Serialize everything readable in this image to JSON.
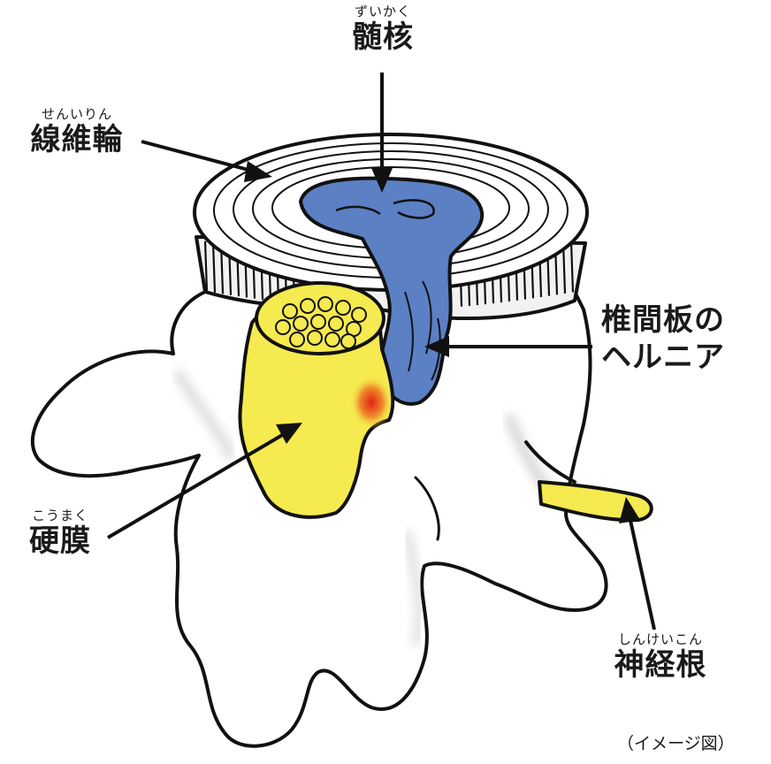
{
  "labels": {
    "nucleus": {
      "ruby": "ずいかく",
      "term": "髄核"
    },
    "annulus": {
      "ruby": "せんいりん",
      "term": "線維輪"
    },
    "herniation": {
      "line1": "椎間板の",
      "line2": "ヘルニア"
    },
    "dura": {
      "ruby": "こうまく",
      "term": "硬膜"
    },
    "nerve_root": {
      "ruby": "しんけいこん",
      "term": "神経根"
    }
  },
  "caption": "（イメージ図）",
  "colors": {
    "nucleus_blue": "#5b80c4",
    "dura_yellow": "#f5ea4f",
    "compression_red": "#e2231a",
    "outline": "#111111"
  }
}
